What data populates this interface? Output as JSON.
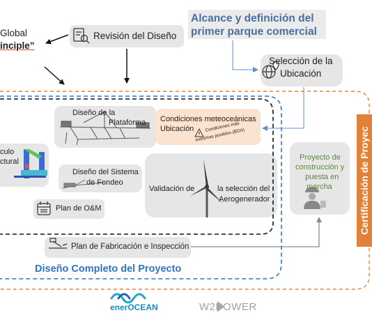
{
  "global_principle": {
    "line1": "Global",
    "line2": "inciple”"
  },
  "revision": {
    "label": "Revisión del Diseño",
    "icon": "checklist-icon"
  },
  "alcance": {
    "line1": "Alcance y definición del",
    "line2": "primer parque comercial"
  },
  "seleccion": {
    "line1": "Selección de la",
    "line2": "Ubicación",
    "icon": "globe-location-icon"
  },
  "plataforma": {
    "line1": "Diseño de la",
    "line2": "Plataforma"
  },
  "meteo": {
    "line1": "Condiciones meteoceánicas",
    "line2": "Ubicación",
    "note1": "Condiciones más",
    "note2": "extremas posibles (BDA)",
    "icon": "warning-icon"
  },
  "calculo": {
    "line1": "culo",
    "line2": "ctural"
  },
  "fondeo": {
    "line1": "Diseño del Sistema",
    "line2": "de Fondeo"
  },
  "aero": {
    "left": "Validación de",
    "right1": "la selección del",
    "right2": "Aerogenerador"
  },
  "om": {
    "label": "Plan de O&M",
    "icon": "calendar-icon"
  },
  "construccion": {
    "line1": "Proyecto de",
    "line2": "construcción y",
    "line3": "puesta en",
    "line4": "marcha",
    "icon": "worker-icon"
  },
  "fabricacion": {
    "label": "Plan de Fabricación e Inspección",
    "icon": "welding-icon"
  },
  "diseno_completo": "Diseño Completo del Proyecto",
  "certificacion": "Certificación de Proyec",
  "logos": {
    "eneocean": "enerOCEAN",
    "w2power": "W2POWER"
  },
  "colors": {
    "accent_blue": "#2f74c0",
    "orange": "#e0823a",
    "scope_title": "#4a6fa0",
    "box_gray": "#e6e6e6"
  }
}
